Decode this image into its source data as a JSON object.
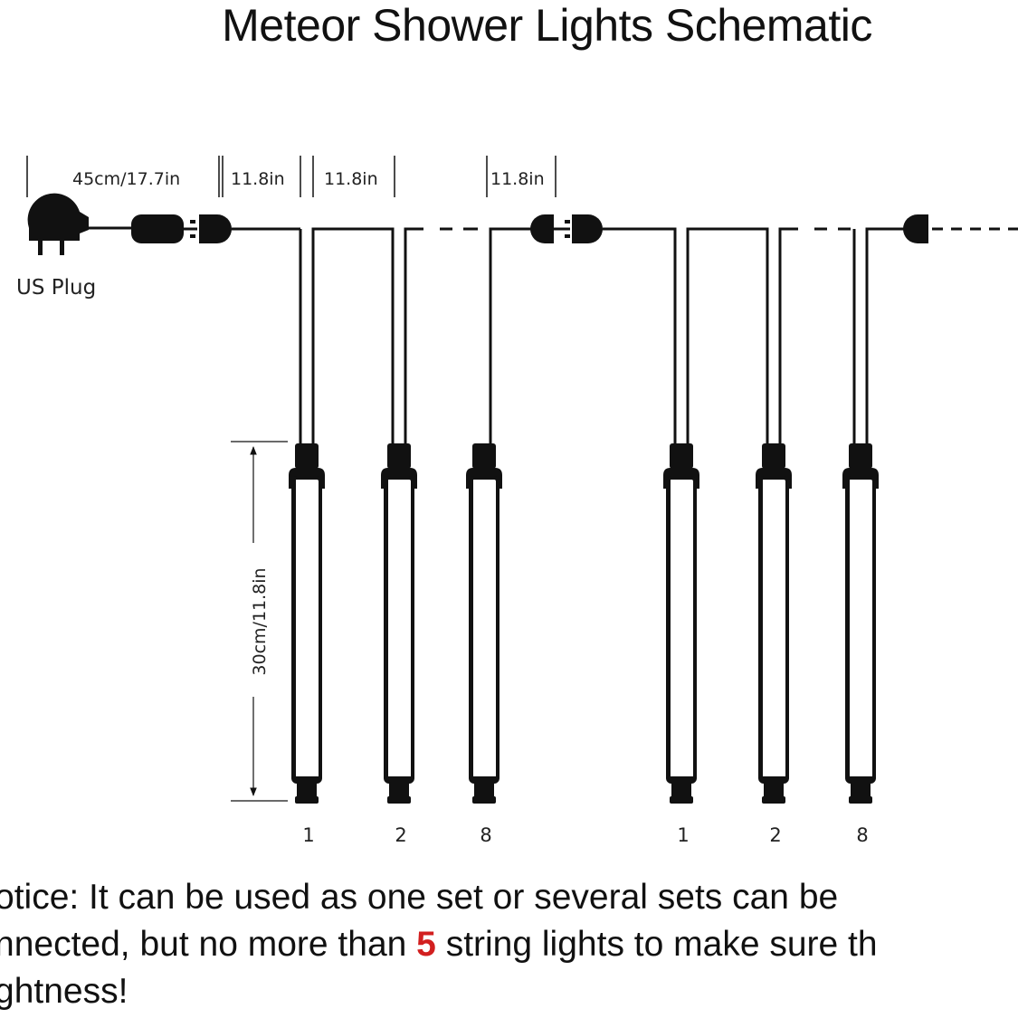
{
  "title": "Meteor Shower Lights Schematic",
  "labels": {
    "lead_length": "45cm/17.7in",
    "spacing": "11.8in",
    "tube_length": "30cm/11.8in",
    "plug": "US Plug"
  },
  "tube_numbers": [
    "1",
    "2",
    "8",
    "1",
    "2",
    "8"
  ],
  "notice": {
    "line1": "otice: It can be used as one set or several sets can be",
    "line2_before": "nnected, but no more than ",
    "line2_highlight": "5",
    "line2_after": " string lights to make sure th",
    "line3": "ghtness!"
  },
  "colors": {
    "line": "#111111",
    "highlight": "#d21f1f"
  }
}
